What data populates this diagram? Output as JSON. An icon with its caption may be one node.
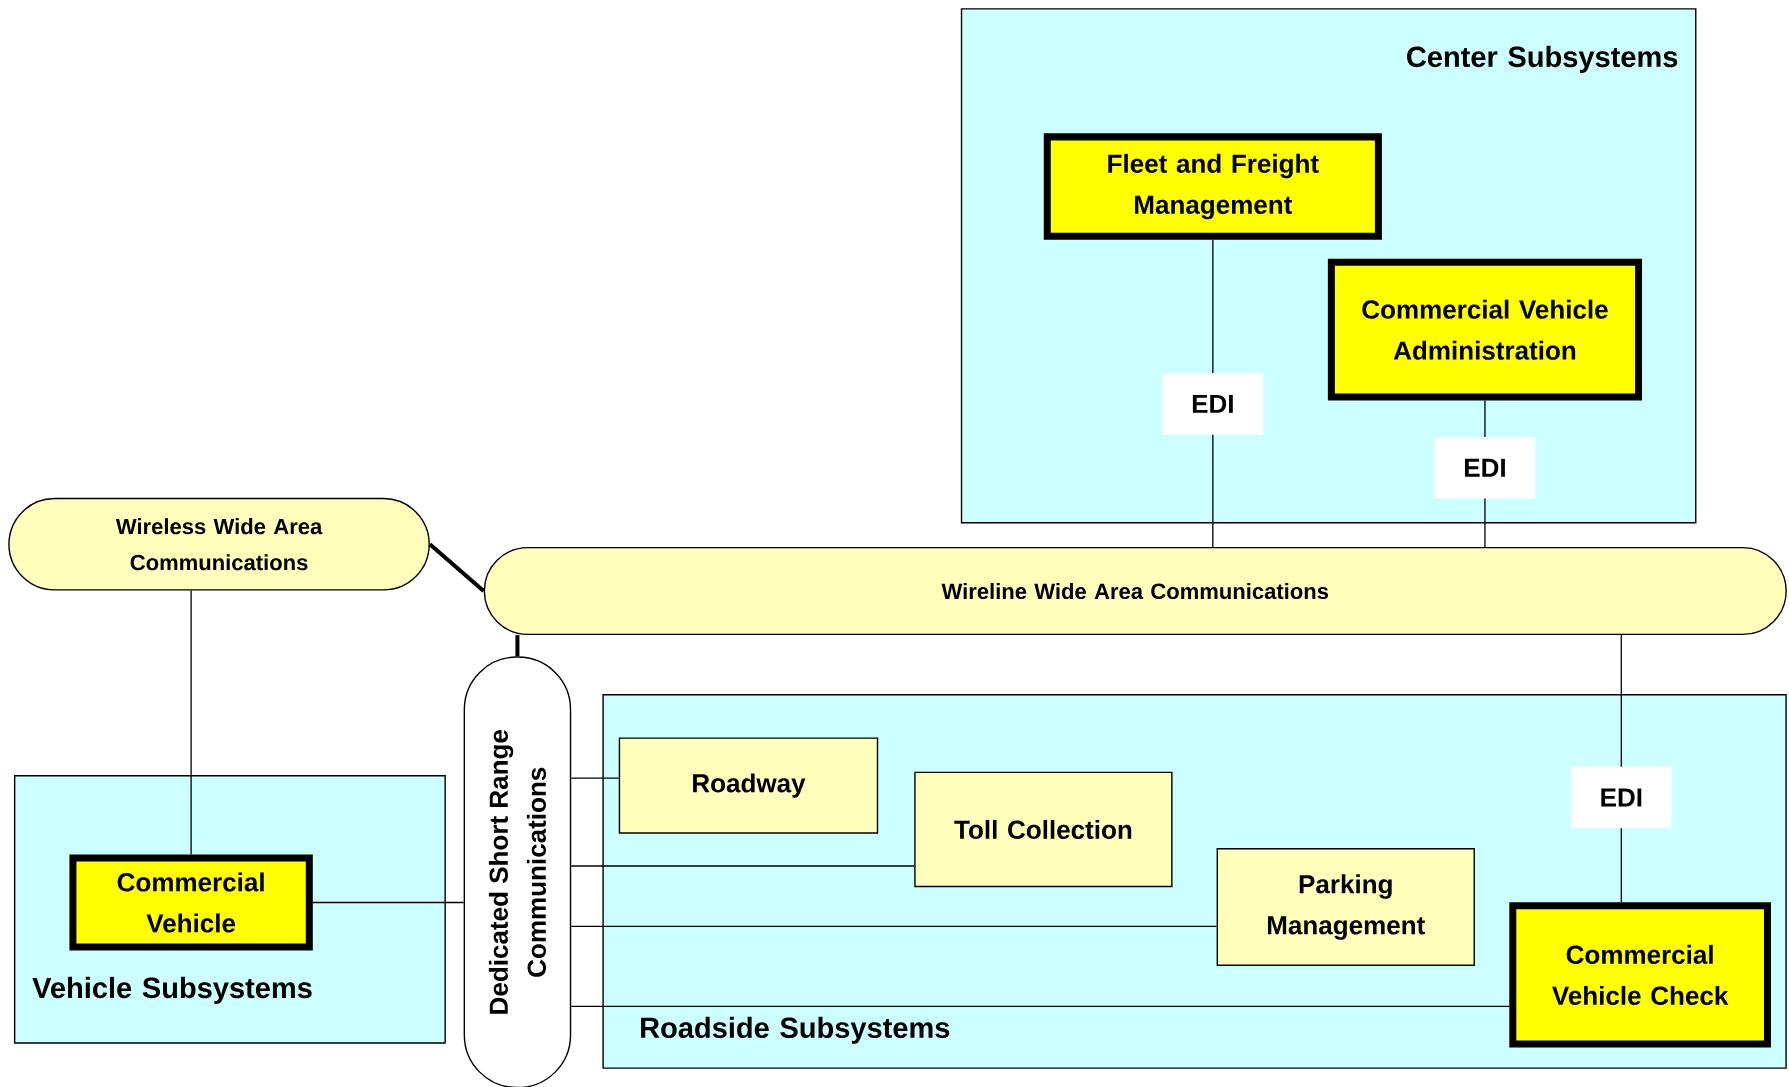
{
  "diagram": {
    "nodes": [
      {
        "text": [
          "Center Subsystems"
        ]
      },
      {
        "text": [
          "Fleet and Freight Management"
        ],
        "in": 0
      },
      {
        "text": [
          "Commercial Vehicle Administration"
        ],
        "in": 0
      },
      {
        "text": [
          "Wireless Wide Area Communications"
        ]
      },
      {
        "text": [
          "Wireline Wide Area Communications"
        ]
      },
      {
        "text": [
          "Dedicated Short Range Communications"
        ]
      },
      {
        "text": [
          "Vehicle Subsystems"
        ]
      },
      {
        "text": [
          "Commercial Vehicle"
        ],
        "in": 6
      },
      {
        "text": [
          "Roadside Subsystems"
        ]
      },
      {
        "text": [
          "Roadway"
        ],
        "in": 8
      },
      {
        "text": [
          "Toll Collection"
        ],
        "in": 8
      },
      {
        "text": [
          "Parking Management"
        ],
        "in": 8
      },
      {
        "text": [
          "Commercial Vehicle Check"
        ],
        "in": 8
      }
    ],
    "edges": [
      {
        "from": 1,
        "to": 4,
        "arrow": "none",
        "label": "EDI"
      },
      {
        "from": 2,
        "to": 4,
        "arrow": "none",
        "label": "EDI"
      },
      {
        "from": 3,
        "to": 4,
        "arrow": "none",
        "style": "thick"
      },
      {
        "from": 5,
        "to": 4,
        "arrow": "none",
        "style": "thick"
      },
      {
        "from": 3,
        "to": 7,
        "arrow": "none"
      },
      {
        "from": 7,
        "to": 5,
        "arrow": "none"
      },
      {
        "from": 5,
        "to": 9,
        "arrow": "none"
      },
      {
        "from": 5,
        "to": 10,
        "arrow": "none"
      },
      {
        "from": 5,
        "to": 11,
        "arrow": "none"
      },
      {
        "from": 5,
        "to": 12,
        "arrow": "none"
      },
      {
        "from": 4,
        "to": 12,
        "arrow": "none",
        "label": "EDI"
      }
    ]
  }
}
